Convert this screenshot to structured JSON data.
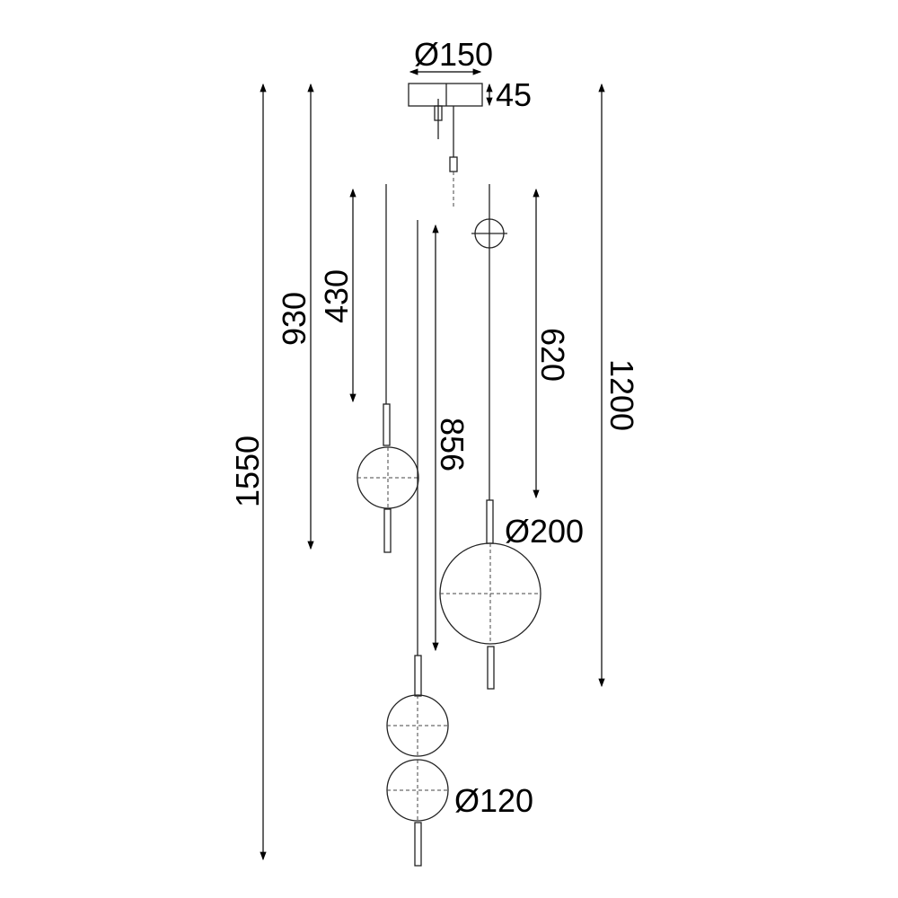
{
  "dimensions": {
    "canopy_diameter": "Ø150",
    "canopy_height": "45",
    "total_height": "1550",
    "pendant_1_height": "930",
    "pendant_1_drop": "430",
    "pendant_3_drop": "856",
    "pendant_2_drop": "620",
    "pendant_2_height": "1200",
    "large_globe_diameter": "Ø200",
    "small_globe_diameter": "Ø120"
  },
  "colors": {
    "line": "#000000",
    "background": "#ffffff"
  }
}
